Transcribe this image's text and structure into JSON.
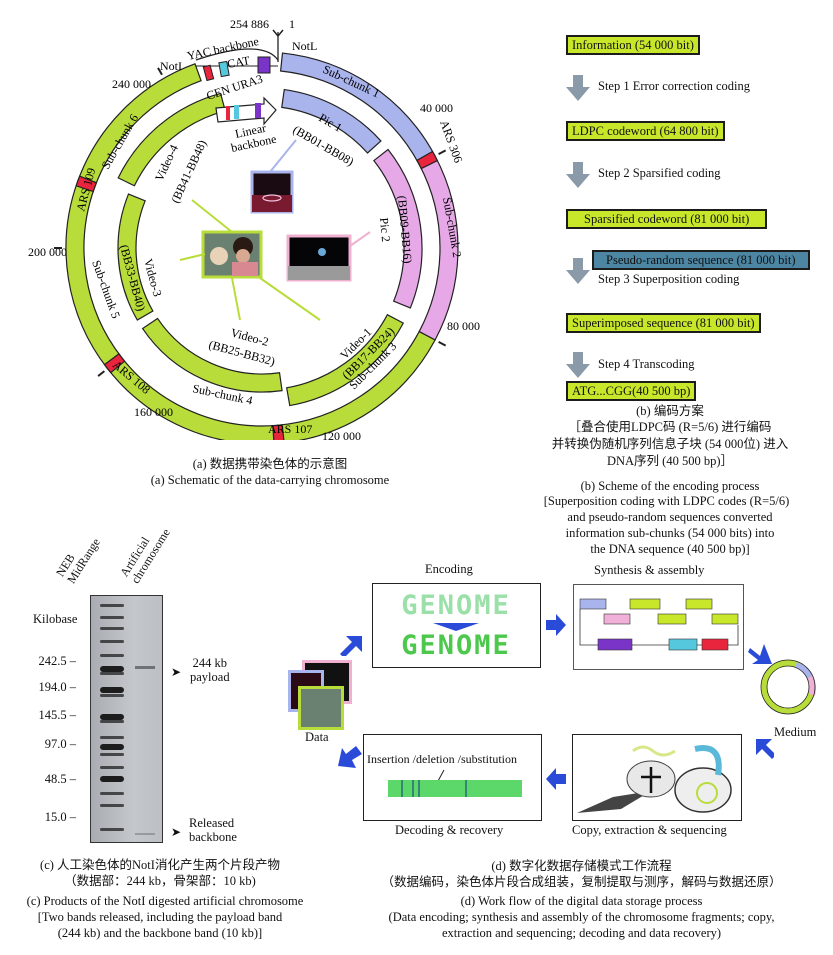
{
  "panel_a": {
    "positions": {
      "top_end": "254 886",
      "top_start": "1",
      "p40k": "40 000",
      "p80k": "80 000",
      "p120k": "120 000",
      "p160k": "160 000",
      "p200k": "200 000",
      "p240k": "240 000"
    },
    "backbone": {
      "yac_backbone": "YAC backbone",
      "cat": "CAT",
      "notl_right": "NotL",
      "notl_left": "NotI",
      "cen_ura3": "CEN URA3",
      "linear_backbone_line1": "Linear",
      "linear_backbone_line2": "backbone"
    },
    "subchunks": [
      "Sub-chunk 1",
      "Sub-chunk 2",
      "Sub-chunk 3",
      "Sub-chunk 4",
      "Sub-chunk 5",
      "Sub-chunk 6"
    ],
    "ars": [
      "ARS 306",
      "ARS 107",
      "ARS 108",
      "ARS 109"
    ],
    "payloads": [
      {
        "name": "Pic 1",
        "blocks": "(BB01-BB08)",
        "color": "#a9b4ec"
      },
      {
        "name": "Pic 2",
        "blocks": "(BB09-BB16)",
        "color": "#e6a8e6"
      },
      {
        "name": "Video-1",
        "blocks": "(BB17-BB24)",
        "color": "#b8dc3a"
      },
      {
        "name": "Video-2",
        "blocks": "(BB25-BB32)",
        "color": "#b8dc3a"
      },
      {
        "name": "Video-3",
        "blocks": "(BB33-BB40)",
        "color": "#b8dc3a"
      },
      {
        "name": "Video-4",
        "blocks": "(BB41-BB48)",
        "color": "#b8dc3a"
      }
    ],
    "caption_cn": "(a) 数据携带染色体的示意图",
    "caption_en": "(a) Schematic of the data-carrying chromosome"
  },
  "panel_b": {
    "boxes": [
      "Information (54 000 bit)",
      "LDPC codeword (64 800 bit)",
      "Sparsified codeword (81 000 bit)",
      "Pseudo-random sequence (81 000 bit)",
      "Superimposed sequence (81 000 bit)",
      "ATG...CGG(40 500 bp)"
    ],
    "steps": [
      "Step 1 Error correction coding",
      "Step 2 Sparsified coding",
      "Step 3 Superposition coding",
      "Step 4 Transcoding"
    ],
    "caption_cn": [
      "(b) 编码方案",
      "［叠合使用LDPC码 (R=5/6) 进行编码",
      "并转换伪随机序列信息子块 (54 000位) 进入",
      "DNA序列 (40 500 bp)］"
    ],
    "caption_en": [
      "(b) Scheme of the encoding process",
      "[Superposition coding with LDPC codes (R=5/6)",
      "and pseudo-random sequences converted",
      "information sub-chunks (54 000 bits) into",
      "the DNA sequence (40 500 bp)]"
    ]
  },
  "panel_c": {
    "lane_labels": [
      "NEB MidRange",
      "Artificial chromosome"
    ],
    "axis_title": "Kilobase",
    "markers": [
      "242.5",
      "194.0",
      "145.5",
      "97.0",
      "48.5",
      "15.0"
    ],
    "annot_payload": [
      "244 kb",
      "payload"
    ],
    "annot_backbone": [
      "Released",
      "backbone"
    ],
    "caption_cn": [
      "(c) 人工染色体的NotI消化产生两个片段产物",
      "（数据部：244 kb，骨架部：10 kb)"
    ],
    "caption_en": [
      "(c) Products of the NotI digested artificial chromosome",
      "[Two bands released, including the payload band",
      "(244 kb) and the backbone band (10 kb)]"
    ]
  },
  "panel_d": {
    "stages": {
      "encoding": "Encoding",
      "synthesis": "Synthesis & assembly",
      "medium": "Medium",
      "copy": "Copy, extraction & sequencing",
      "decoding": "Decoding & recovery",
      "data": "Data"
    },
    "genome_word": "GENOME",
    "error_label": "Insertion /deletion /substitution",
    "caption_cn": [
      "(d) 数字化数据存储模式工作流程",
      "（数据编码，染色体片段合成组装，复制提取与测序，解码与数据还原）"
    ],
    "caption_en": [
      "(d) Work flow of the digital data storage process",
      "(Data encoding; synthesis and assembly of the chromosome fragments; copy,",
      "extraction and sequencing; decoding and data recovery)"
    ]
  },
  "colors": {
    "green": "#b8dc3a",
    "blue_chunk": "#a9b4ec",
    "pink_chunk": "#e6a8e6",
    "ars_red": "#e8253c",
    "box_green": "#c8e62a",
    "box_blue": "#4d86a3",
    "flow_arrow": "#2244dd",
    "step_arrow": "#8a9aa8"
  }
}
